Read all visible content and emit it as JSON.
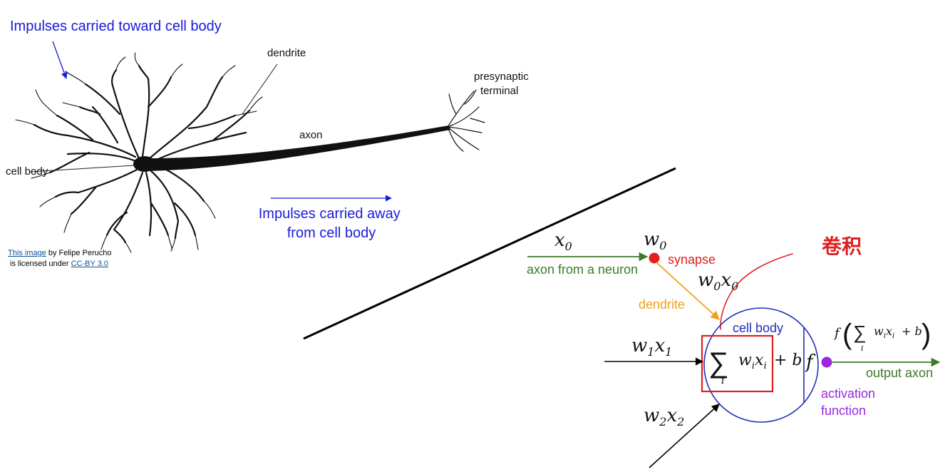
{
  "colors": {
    "blue_label": "#1a1adb",
    "green": "#3d7a2a",
    "orange": "#f0a020",
    "red": "#e02020",
    "purple": "#9a28e0",
    "navy": "#1f2fb8",
    "black": "#000000"
  },
  "biological": {
    "impulses_toward": "Impulses carried toward cell body",
    "dendrite": "dendrite",
    "presynaptic_line1": "presynaptic",
    "presynaptic_line2": "terminal",
    "axon": "axon",
    "cell_body": "cell body",
    "impulses_away_line1": "Impulses carried away",
    "impulses_away_line2": "from cell body",
    "credit": {
      "link1": "This image",
      "text1": " by Felipe Perucho",
      "text2": "is licensed under ",
      "link2": "CC-BY 3.0"
    }
  },
  "model": {
    "x0": "x",
    "x0_sub": "0",
    "w0": "w",
    "w0_sub": "0",
    "synapse": "synapse",
    "axon_from_neuron": "axon from a neuron",
    "w0x0_w": "w",
    "w0x0_w_sub": "0",
    "w0x0_x": "x",
    "w0x0_x_sub": "0",
    "dendrite": "dendrite",
    "cell_body": "cell body",
    "w1x1_w": "w",
    "w1x1_w_sub": "1",
    "w1x1_x": "x",
    "w1x1_x_sub": "1",
    "w2x2_w": "w",
    "w2x2_w_sub": "2",
    "w2x2_x": "x",
    "w2x2_x_sub": "2",
    "sum_symbol": "∑",
    "sum_index": "i",
    "sum_term_w": "w",
    "sum_term_x": "x",
    "sum_term_sub": "i",
    "plus_b": "+ b",
    "f": "f",
    "out_f": "f",
    "out_lparen": "(",
    "out_rparen": ")",
    "output_axon": "output axon",
    "activation_line1": "activation",
    "activation_line2": "function",
    "convolution_label": "卷积"
  }
}
